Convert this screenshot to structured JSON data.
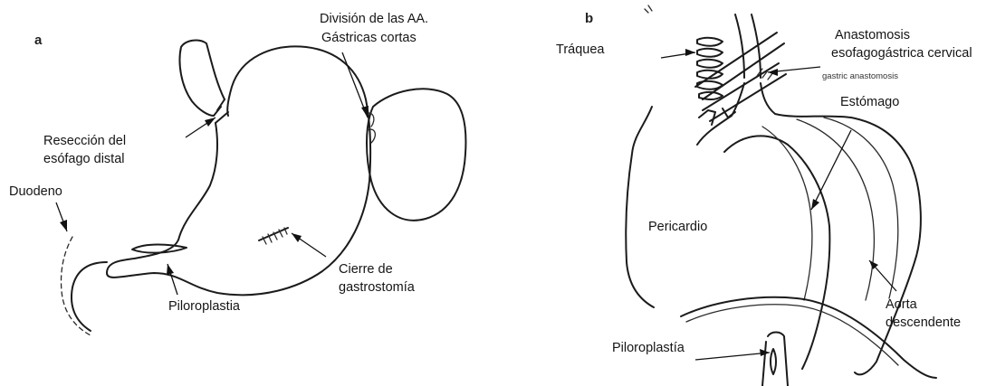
{
  "panel_a": {
    "letter": "a",
    "labels": {
      "division": [
        "División de las AA.",
        "Gástricas cortas"
      ],
      "reseccion": [
        "Resección del",
        "esófago distal"
      ],
      "duodeno": "Duodeno",
      "cierre": [
        "Cierre de",
        "gastrostomía"
      ],
      "piloroplastia": "Piloroplastia"
    }
  },
  "panel_b": {
    "letter": "b",
    "labels": {
      "traquea": "Tráquea",
      "anastomosis": [
        "Anastomosis",
        "esofagogástrica cervical"
      ],
      "gastric_anastomosis": "gastric anastomosis",
      "estomago": "Estómago",
      "pericardio": "Pericardio",
      "aorta": [
        "Aorta",
        "descendente"
      ],
      "piloroplastia": "Piloroplastía"
    }
  }
}
